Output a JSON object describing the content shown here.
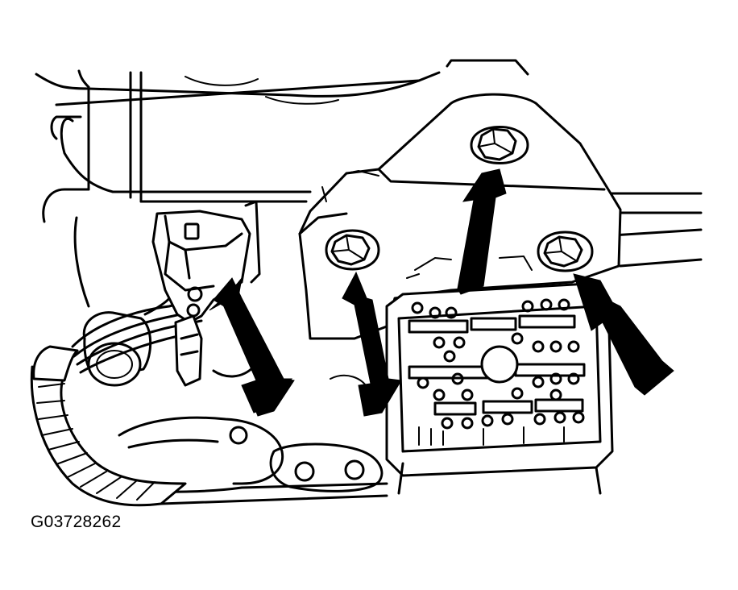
{
  "figure": {
    "id_label": "G03728262",
    "ink_color": "#000000",
    "background_color": "#ffffff"
  },
  "parts": {
    "bolts": [
      "top-bolt",
      "left-bolt",
      "right-bolt"
    ],
    "arrows": [
      "connector-arrow",
      "left-bolt-arrow",
      "top-bolt-arrow",
      "right-bolt-arrow"
    ],
    "icons": [
      "hex-bolt-icon",
      "arrow-icon",
      "electrical-connector-icon"
    ]
  }
}
